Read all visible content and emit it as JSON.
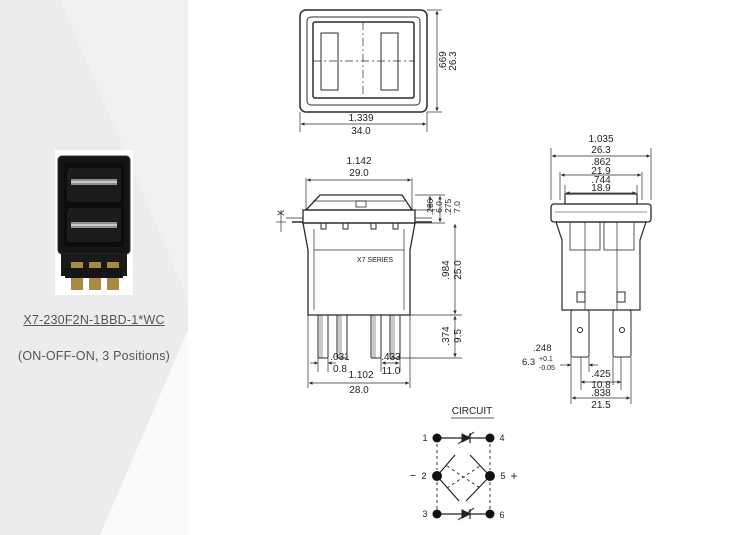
{
  "product": {
    "part_number": "X7-230F2N-1BBD-1*WC",
    "position_desc": "(ON-OFF-ON, 3 Positions)"
  },
  "top_view": {
    "width_in": "1.339",
    "width_mm": "34.0",
    "height_in": ".669",
    "height_mm": "26.3"
  },
  "front_view": {
    "top_width_in": "1.142",
    "top_width_mm": "29.0",
    "x_label": "X",
    "dim_236": ".236",
    "dim_6_0": "6.0",
    "dim_275": ".275",
    "dim_7_0": "7.0",
    "series_label": "X7 SERIES",
    "body_height_in": ".984",
    "body_height_mm": "25.0",
    "pin_height_in": ".374",
    "pin_height_mm": "9.5",
    "pin_thick_in": ".031",
    "pin_thick_mm": "0.8",
    "pin_pitch_in": ".433",
    "pin_pitch_mm": "11.0",
    "base_width_in": "1.102",
    "base_width_mm": "28.0"
  },
  "side_view": {
    "w1_in": "1.035",
    "w1_mm": "26.3",
    "w2_in": ".862",
    "w2_mm": "21.9",
    "w3_in": ".744",
    "w3_mm": "18.9",
    "tab_in": ".248",
    "tab_mm": "6.3",
    "tab_tol_plus": "+0.1",
    "tab_tol_minus": "-0.05",
    "pin_space_in": ".425",
    "pin_space_mm": "10.8",
    "pin_outer_in": ".838",
    "pin_outer_mm": "21.5"
  },
  "circuit": {
    "title": "CIRCUIT",
    "t1": "1",
    "t2": "2",
    "t3": "3",
    "t4": "4",
    "t5": "5",
    "t6": "6",
    "minus": "−",
    "plus": "+"
  },
  "colors": {
    "line": "#2b2b2b",
    "panel": "#f1f1f1",
    "caption": "#555555"
  }
}
